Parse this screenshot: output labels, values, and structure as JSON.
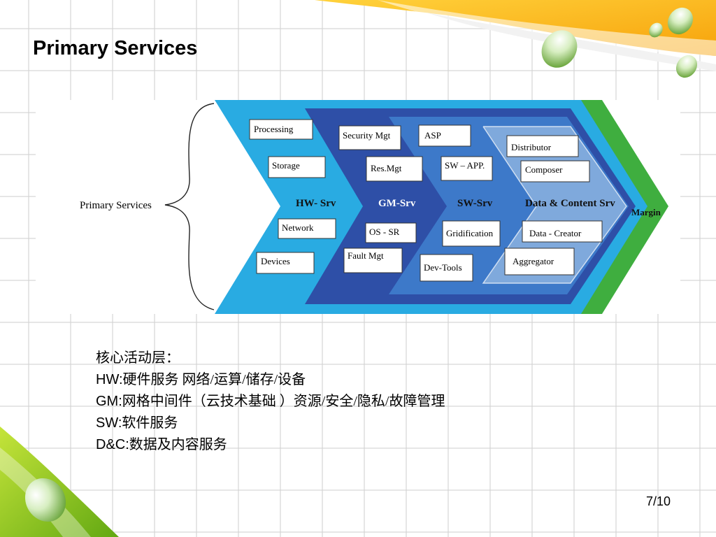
{
  "slide": {
    "title": "Primary Services",
    "page_number": "7/10"
  },
  "diagram": {
    "brace_label": "Primary Services",
    "layers": [
      {
        "label": "HW- Srv",
        "color": "#29abe2",
        "items": [
          "Processing",
          "Storage",
          "Network",
          "Devices"
        ]
      },
      {
        "label": "GM-Srv",
        "color": "#2e4fa7",
        "items": [
          "Security Mgt",
          "Res.Mgt",
          "OS - SR",
          "Fault Mgt"
        ]
      },
      {
        "label": "SW-Srv",
        "color": "#3d79c9",
        "items": [
          "ASP",
          "SW – APP.",
          "Gridification",
          "Dev-Tools"
        ]
      },
      {
        "label": "Data & Content Srv",
        "color": "#7fa9dc",
        "items": [
          "Distributor",
          "Composer",
          "Data - Creator",
          "Aggregator"
        ]
      },
      {
        "label": "Margin",
        "color": "#3fae3f",
        "items": []
      }
    ]
  },
  "notes": [
    {
      "prefix": "",
      "text": "核心活动层："
    },
    {
      "prefix": "HW:",
      "text": "硬件服务  网络/运算/储存/设备"
    },
    {
      "prefix": "GM:",
      "text": "网格中间件（云技术基础 ）资源/安全/隐私/故障管理"
    },
    {
      "prefix": "SW:",
      "text": "软件服务"
    },
    {
      "prefix": "D&C:",
      "text": "数据及内容服务"
    }
  ]
}
